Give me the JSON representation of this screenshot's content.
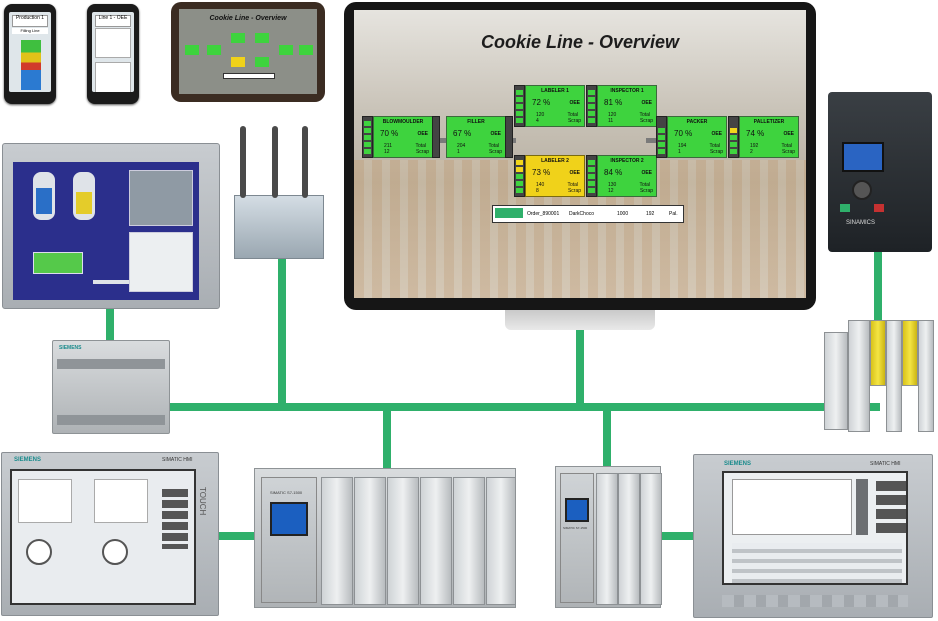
{
  "overview": {
    "title": "Cookie Line - Overview",
    "stations": [
      {
        "id": "blowmoulder",
        "name": "BLOWMOULDER",
        "pct": "70",
        "oee": "OEE",
        "v1": "211",
        "v2": "12",
        "t1": "Total",
        "t2": "Scrap",
        "state": "green"
      },
      {
        "id": "filler",
        "name": "FILLER",
        "pct": "67",
        "oee": "OEE",
        "v1": "204",
        "v2": "1",
        "t1": "Total",
        "t2": "Scrap",
        "state": "green"
      },
      {
        "id": "labeler1",
        "name": "LABELER 1",
        "pct": "72",
        "oee": "OEE",
        "v1": "120",
        "v2": "4",
        "t1": "Total",
        "t2": "Scrap",
        "state": "green"
      },
      {
        "id": "inspector1",
        "name": "INSPECTOR 1",
        "pct": "81",
        "oee": "OEE",
        "v1": "120",
        "v2": "11",
        "t1": "Total",
        "t2": "Scrap",
        "state": "green"
      },
      {
        "id": "packer",
        "name": "PACKER",
        "pct": "70",
        "oee": "OEE",
        "v1": "194",
        "v2": "1",
        "t1": "Total",
        "t2": "Scrap",
        "state": "green"
      },
      {
        "id": "palletizer",
        "name": "PALLETIZER",
        "pct": "74",
        "oee": "OEE",
        "v1": "192",
        "v2": "2",
        "t1": "Total",
        "t2": "Scrap",
        "state": "green"
      },
      {
        "id": "labeler2",
        "name": "LABELER 2",
        "pct": "73",
        "oee": "OEE",
        "v1": "140",
        "v2": "8",
        "t1": "Total",
        "t2": "Scrap",
        "state": "yellow"
      },
      {
        "id": "inspector2",
        "name": "INSPECTOR 2",
        "pct": "84",
        "oee": "OEE",
        "v1": "130",
        "v2": "12",
        "t1": "Total",
        "t2": "Scrap",
        "state": "green"
      }
    ],
    "order": {
      "id": "Order_890001",
      "product": "DarkChoco",
      "qty": "1000",
      "done": "192",
      "unit": "Pal."
    },
    "pct_sign": "%"
  },
  "tablet": {
    "title": "Cookie Line - Overview"
  },
  "phone1": {
    "title": "Production 1",
    "sub": "Filling Line"
  },
  "phone2": {
    "title": "Line 1 - OEE"
  },
  "hmi_left": {
    "brand": "SIEMENS",
    "model": "SIMATIC HMI",
    "touch": "TOUCH"
  },
  "hmi_right": {
    "brand": "SIEMENS",
    "model": "SIMATIC HMI"
  },
  "plc": {
    "brand": "SIEMENS",
    "cpu_label": "SIMATIC S7-1500",
    "cpu2_label": "SIMATIC S7-1500"
  },
  "drive": {
    "brand": "SINAMICS"
  },
  "colors": {
    "network": "#2fb06b",
    "oee_green": "#3ed33e",
    "oee_yellow": "#f0d21a",
    "hmi_blue": "#2b2f8c"
  }
}
